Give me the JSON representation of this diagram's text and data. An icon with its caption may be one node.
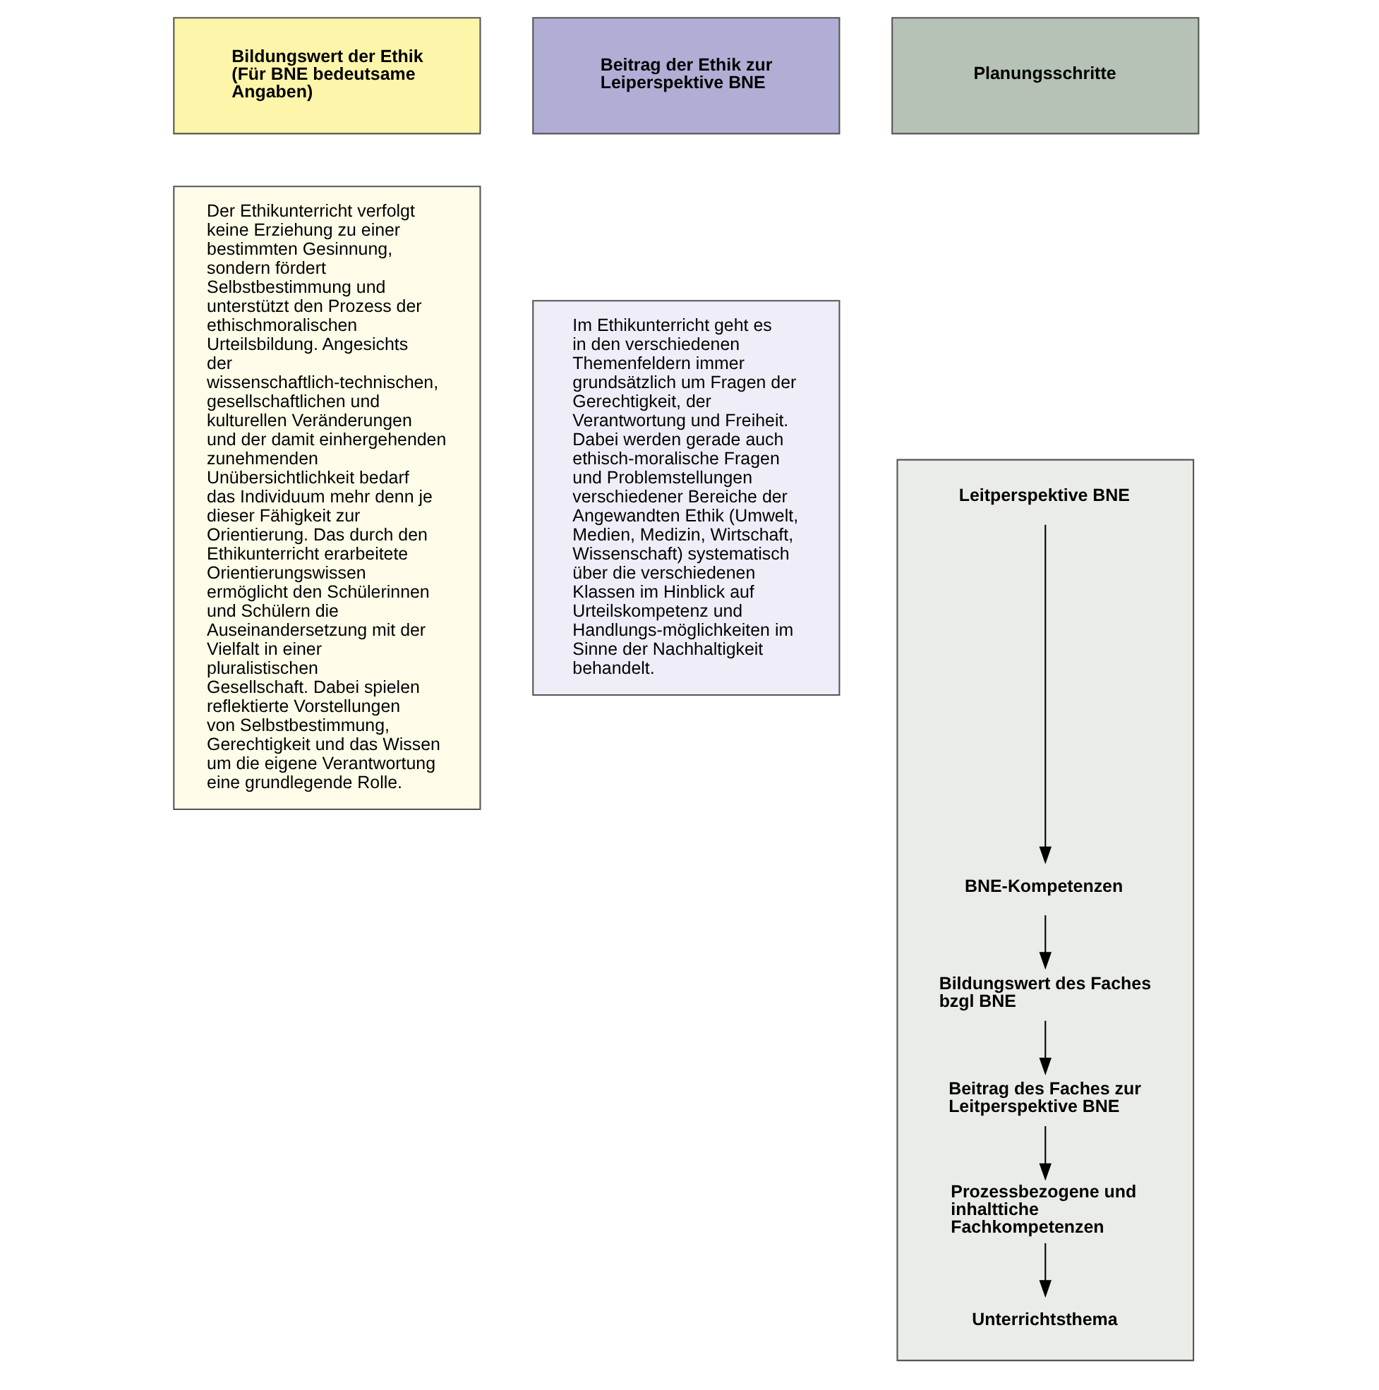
{
  "diagram": {
    "nodes": [
      {
        "text": [
          "Bildungswert der Ethik (Für BNE bedeutsame Angaben)"
        ]
      },
      {
        "text": [
          "Beitrag der Ethik zur Leiperspektive BNE"
        ]
      },
      {
        "text": [
          "Planungsschritte"
        ]
      },
      {
        "text": [
          "Der Ethikunterricht verfolgt keine Erziehung zu einer bestimmten Gesinnung, sondern fördert Selbstbestimmung und unterstützt den Prozess der ethischmoralischen Urteilsbildung. Angesichts der wissenschaftlich-technischen, gesellschaftlichen und kulturellen Veränderungen und der damit einhergehenden zunehmenden Unübersichtlichkeit bedarf das Individuum mehr denn je dieser Fähigkeit zur Orientierung. Das durch den Ethikunterricht erarbeitete Orientierungswissen ermöglicht den Schülerinnen und Schülern die Auseinandersetzung mit der Vielfalt in einer pluralistischen Gesellschaft. Dabei spielen reflektierte Vorstellungen von Selbstbestimmung, Gerechtigkeit und das Wissen um die eigene Verantwortung eine grundlegende Rolle."
        ]
      },
      {
        "text": [
          "Im Ethikunterricht geht es in den verschiedenen Themenfeldern immer grundsätzlich um Fragen der Gerechtigkeit, der Verantwortung und Freiheit. Dabei werden gerade auch ethisch-moralische Fragen und Problemstellungen verschiedener Bereiche der Angewandten Ethik (Umwelt, Medien, Medizin, Wirtschaft, Wissenschaft) systematisch über die verschiedenen Klassen im Hinblick auf Urteilskompetenz und Handlungs-möglichkeiten im Sinne der Nachhaltigkeit behandelt."
        ]
      },
      {
        "text": [],
        "shape": "box"
      },
      {
        "text": [
          "Leitperspektive BNE"
        ],
        "in": 5
      },
      {
        "text": [
          "BNE-Kompetenzen"
        ],
        "in": 5
      },
      {
        "text": [
          "Bildungswert des Faches bzgl BNE"
        ],
        "in": 5
      },
      {
        "text": [
          "Beitrag des Faches zur Leitperspektive BNE"
        ],
        "in": 5
      },
      {
        "text": [
          "Prozessbezogene und inhalttiche Fachkompetenzen"
        ],
        "in": 5
      },
      {
        "text": [
          "Unterrichtsthema"
        ],
        "in": 5
      }
    ],
    "edges": [
      {
        "from": 6,
        "to": 7,
        "arrow": "to"
      },
      {
        "from": 7,
        "to": 8,
        "arrow": "to"
      },
      {
        "from": 8,
        "to": 9,
        "arrow": "to"
      },
      {
        "from": 9,
        "to": 10,
        "arrow": "to"
      },
      {
        "from": 10,
        "to": 11,
        "arrow": "to"
      }
    ]
  }
}
